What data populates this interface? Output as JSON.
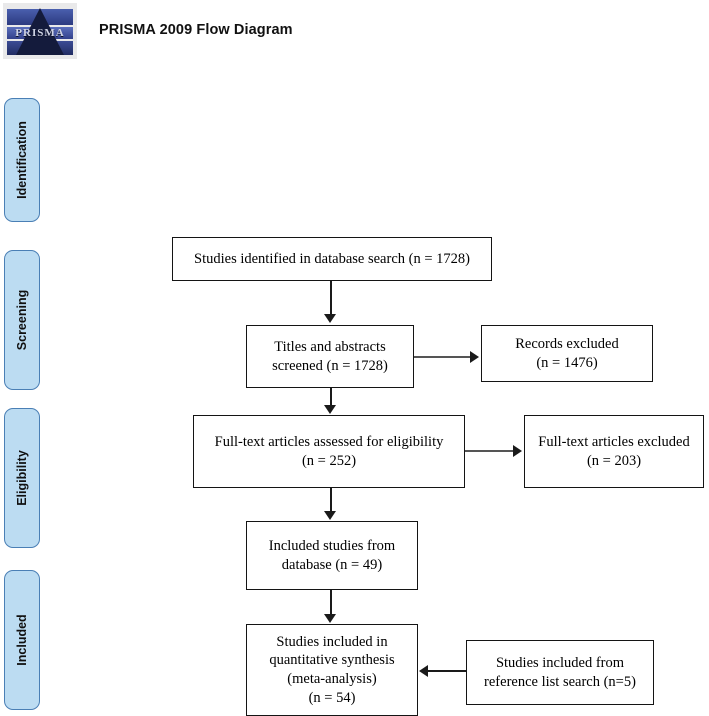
{
  "header": {
    "title": "PRISMA 2009 Flow Diagram",
    "logo_word": "PRISMA",
    "logo_name": "prisma-logo"
  },
  "colors": {
    "stage_fill": "#bcdcf2",
    "stage_border": "#4a7fb5",
    "node_border": "#141414",
    "connector_dark": "#1a1a1a",
    "connector_gray": "#555555"
  },
  "stages": [
    {
      "label": "Identification"
    },
    {
      "label": "Screening"
    },
    {
      "label": "Eligibility"
    },
    {
      "label": "Included"
    }
  ],
  "nodes": {
    "identified": "Studies identified in database search (n = 1728)",
    "screened": "Titles and abstracts\nscreened (n = 1728)",
    "records_excluded": "Records excluded\n(n =  1476)",
    "fulltext_assessed": "Full-text articles assessed for eligibility\n(n =  252)",
    "fulltext_excluded": "Full-text articles excluded\n(n = 203)",
    "included_database": "Included studies from\ndatabase (n = 49)",
    "quantitative_synthesis": "Studies included in\nquantitative synthesis\n(meta-analysis)\n(n =  54)",
    "reference_list": "Studies included from\nreference list search (n=5)"
  },
  "chart_data": {
    "type": "diagram",
    "title": "PRISMA 2009 Flow Diagram",
    "stages": [
      "Identification",
      "Screening",
      "Eligibility",
      "Included"
    ],
    "counts": {
      "identified_database_search": 1728,
      "titles_abstracts_screened": 1728,
      "records_excluded": 1476,
      "fulltext_assessed": 252,
      "fulltext_excluded": 203,
      "included_from_database": 49,
      "included_from_reference_list": 5,
      "included_quantitative_synthesis": 54
    },
    "flows": [
      {
        "from": "identified",
        "to": "screened",
        "direction": "down"
      },
      {
        "from": "screened",
        "to": "records_excluded",
        "direction": "right"
      },
      {
        "from": "screened",
        "to": "fulltext_assessed",
        "direction": "down"
      },
      {
        "from": "fulltext_assessed",
        "to": "fulltext_excluded",
        "direction": "right"
      },
      {
        "from": "fulltext_assessed",
        "to": "included_database",
        "direction": "down"
      },
      {
        "from": "included_database",
        "to": "quantitative_synthesis",
        "direction": "down"
      },
      {
        "from": "reference_list",
        "to": "quantitative_synthesis",
        "direction": "left"
      }
    ]
  }
}
